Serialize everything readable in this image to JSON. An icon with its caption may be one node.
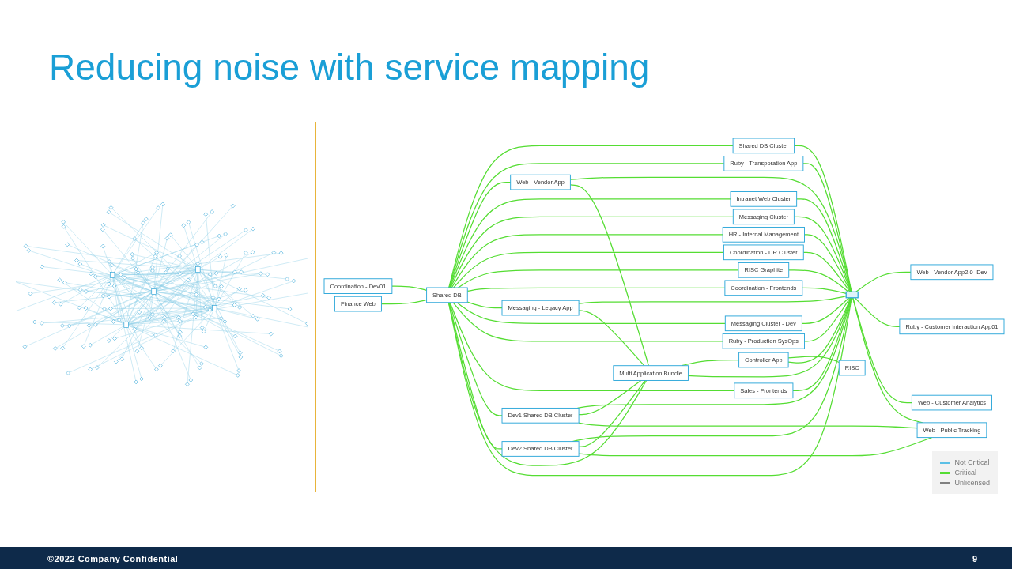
{
  "diagram": {
    "title": "Reducing noise with service mapping",
    "nodes": [
      {
        "text": [
          "Coordination - Dev01"
        ]
      },
      {
        "text": [
          "Finance Web"
        ]
      },
      {
        "text": [
          "Shared DB"
        ]
      },
      {
        "text": [
          "Shared DB Cluster"
        ]
      },
      {
        "text": [
          "Ruby - Transporation App"
        ]
      },
      {
        "text": [
          "Web - Vendor App"
        ]
      },
      {
        "text": [
          "Intranet Web Cluster"
        ]
      },
      {
        "text": [
          "Messaging Cluster"
        ]
      },
      {
        "text": [
          "HR - Internal Management"
        ]
      },
      {
        "text": [
          "Coordination - DR Cluster"
        ]
      },
      {
        "text": [
          "RISC Graphite"
        ]
      },
      {
        "text": [
          "Coordination - Frontends"
        ]
      },
      {
        "text": [
          "Messaging - Legacy App"
        ]
      },
      {
        "text": [
          "Messaging Cluster - Dev"
        ]
      },
      {
        "text": [
          "Ruby - Production SysOps"
        ]
      },
      {
        "text": [
          "Sales - Frontends"
        ]
      },
      {
        "text": [
          "Dev1 Shared DB Cluster"
        ]
      },
      {
        "text": [
          "Dev2 Shared DB Cluster"
        ]
      },
      {
        "text": [
          "Multi Application Bundle"
        ]
      },
      {
        "text": [
          "Controller App"
        ]
      },
      {
        "text": [
          "RISC"
        ]
      },
      {
        "text": [],
        "shape": "box"
      },
      {
        "text": [
          "Web - Vendor App2.0 -Dev"
        ]
      },
      {
        "text": [
          "Ruby - Customer Interaction App01"
        ]
      },
      {
        "text": [
          "Web - Customer Analytics"
        ]
      },
      {
        "text": [
          "Web - Public Tracking"
        ]
      }
    ],
    "edges": [
      {
        "from": 0,
        "to": 2,
        "arrow": "none"
      },
      {
        "from": 1,
        "to": 2,
        "arrow": "none"
      },
      {
        "from": 2,
        "to": 3,
        "arrow": "none"
      },
      {
        "from": 2,
        "to": 4,
        "arrow": "none"
      },
      {
        "from": 2,
        "to": 5,
        "arrow": "none"
      },
      {
        "from": 2,
        "to": 6,
        "arrow": "none"
      },
      {
        "from": 2,
        "to": 7,
        "arrow": "none"
      },
      {
        "from": 2,
        "to": 8,
        "arrow": "none"
      },
      {
        "from": 2,
        "to": 9,
        "arrow": "none"
      },
      {
        "from": 2,
        "to": 10,
        "arrow": "none"
      },
      {
        "from": 2,
        "to": 11,
        "arrow": "none"
      },
      {
        "from": 2,
        "to": 12,
        "arrow": "none"
      },
      {
        "from": 2,
        "to": 13,
        "arrow": "none"
      },
      {
        "from": 2,
        "to": 14,
        "arrow": "none"
      },
      {
        "from": 2,
        "to": 15,
        "arrow": "none"
      },
      {
        "from": 2,
        "to": 16,
        "arrow": "none"
      },
      {
        "from": 2,
        "to": 17,
        "arrow": "none"
      },
      {
        "from": 2,
        "to": 18,
        "arrow": "none"
      },
      {
        "from": 2,
        "to": 21,
        "arrow": "none"
      },
      {
        "from": 3,
        "to": 21,
        "arrow": "none"
      },
      {
        "from": 4,
        "to": 21,
        "arrow": "none"
      },
      {
        "from": 5,
        "to": 21,
        "arrow": "none"
      },
      {
        "from": 5,
        "to": 18,
        "arrow": "none"
      },
      {
        "from": 6,
        "to": 21,
        "arrow": "none"
      },
      {
        "from": 7,
        "to": 21,
        "arrow": "none"
      },
      {
        "from": 8,
        "to": 21,
        "arrow": "none"
      },
      {
        "from": 9,
        "to": 21,
        "arrow": "none"
      },
      {
        "from": 10,
        "to": 21,
        "arrow": "none"
      },
      {
        "from": 11,
        "to": 21,
        "arrow": "none"
      },
      {
        "from": 12,
        "to": 21,
        "arrow": "none"
      },
      {
        "from": 12,
        "to": 18,
        "arrow": "none"
      },
      {
        "from": 13,
        "to": 21,
        "arrow": "none"
      },
      {
        "from": 14,
        "to": 21,
        "arrow": "none"
      },
      {
        "from": 15,
        "to": 21,
        "arrow": "none"
      },
      {
        "from": 16,
        "to": 21,
        "arrow": "none"
      },
      {
        "from": 16,
        "to": 18,
        "arrow": "none"
      },
      {
        "from": 16,
        "to": 25,
        "arrow": "none"
      },
      {
        "from": 17,
        "to": 21,
        "arrow": "none"
      },
      {
        "from": 17,
        "to": 18,
        "arrow": "none"
      },
      {
        "from": 17,
        "to": 25,
        "arrow": "none"
      },
      {
        "from": 18,
        "to": 19,
        "arrow": "none"
      },
      {
        "from": 18,
        "to": 21,
        "arrow": "none"
      },
      {
        "from": 19,
        "to": 20,
        "arrow": "none"
      },
      {
        "from": 19,
        "to": 21,
        "arrow": "none"
      },
      {
        "from": 21,
        "to": 22,
        "arrow": "none"
      },
      {
        "from": 21,
        "to": 23,
        "arrow": "none"
      },
      {
        "from": 21,
        "to": 24,
        "arrow": "none"
      },
      {
        "from": 21,
        "to": 25,
        "arrow": "none"
      }
    ],
    "labels": [
      "©2022 Company Confidential",
      "9"
    ],
    "legend": [
      {
        "text": "Not Critical",
        "color": "#5bc0e6"
      },
      {
        "text": "Critical",
        "color": "#55dd33"
      },
      {
        "text": "Unlicensed",
        "color": "#808080"
      }
    ]
  }
}
